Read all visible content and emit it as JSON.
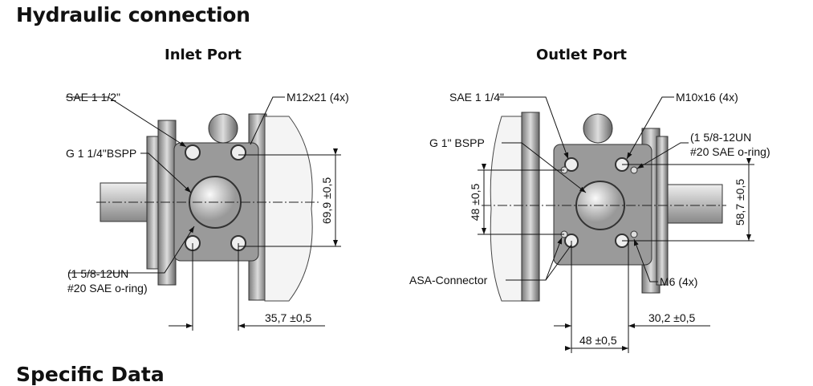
{
  "headings": {
    "hydraulic": "Hydraulic connection",
    "specific": "Specific Data"
  },
  "inlet": {
    "title": "Inlet Port",
    "sae": "SAE 1 1/2\"",
    "bolts": "M12x21 (4x)",
    "thread": "G 1 1/4\"BSPP",
    "oring1": "(1 5/8-12UN",
    "oring2": "#20 SAE o-ring)",
    "dim_v": "69,9 ±0,5",
    "dim_h": "35,7 ±0,5"
  },
  "outlet": {
    "title": "Outlet Port",
    "sae": "SAE 1 1/4\"",
    "bolts": "M10x16 (4x)",
    "thread": "G 1\" BSPP",
    "oring1": "(1 5/8-12UN",
    "oring2": "#20 SAE o-ring)",
    "asa": "ASA-Connector",
    "m6": "M6 (4x)",
    "dim_v_left": "48 ±0,5",
    "dim_v_right": "58,7 ±0,5",
    "dim_h1": "30,2 ±0,5",
    "dim_h2": "48 ±0,5"
  }
}
